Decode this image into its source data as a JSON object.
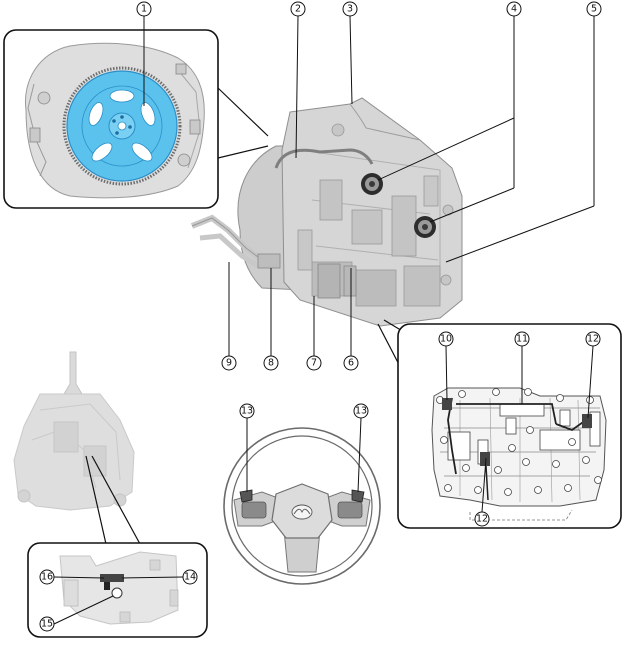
{
  "callouts": {
    "n1": "1",
    "n2": "2",
    "n3": "3",
    "n4": "4",
    "n5": "5",
    "n6": "6",
    "n7": "7",
    "n8": "8",
    "n9": "9",
    "n10": "10",
    "n11": "11",
    "n12a": "12",
    "n12b": "12",
    "n13a": "13",
    "n13b": "13",
    "n14": "14",
    "n15": "15",
    "n16": "16"
  },
  "colors": {
    "drive_plate": "#5bc2ee",
    "drive_plate_dark": "#2a8fc7",
    "housing_light": "#d9d9d9",
    "housing_mid": "#bcbcbc",
    "housing_dark": "#8f8f8f",
    "shifter_fade": "#d8d8d8",
    "outline": "#111111"
  },
  "icons": {
    "steering_logo": "mazda-emblem-icon"
  }
}
